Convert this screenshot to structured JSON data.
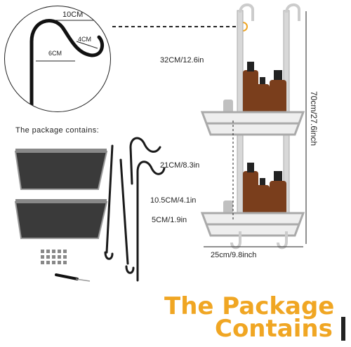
{
  "hook_detail": {
    "width_label": "10CM",
    "depth_label": "4CM",
    "drop_label": "6CM"
  },
  "package_title": "The package contains:",
  "dimensions": {
    "top_span": "32CM/12.6in",
    "total_height": "70cm/27.6inch",
    "shelf_gap": "21CM/8.3in",
    "shelf_depth": "10.5CM/4.1in",
    "rail_height": "5CM/1.9in",
    "width": "25cm/9.8inch"
  },
  "headline": {
    "line1": "The Package",
    "line2": "Contains"
  },
  "colors": {
    "accent": "#f0a623",
    "metal": "#c8c8c8",
    "tray": "#3a3a3a",
    "bottle": "#7a3e1c"
  }
}
